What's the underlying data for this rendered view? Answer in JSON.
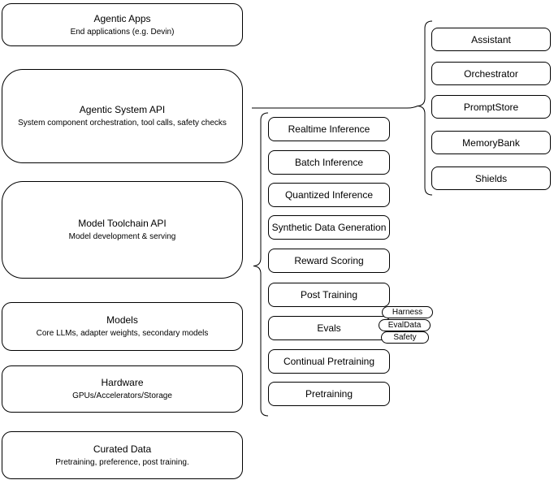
{
  "diagram": {
    "left_stack": [
      {
        "title": "Agentic Apps",
        "subtitle": "End applications (e.g. Devin)"
      },
      {
        "title": "Agentic System API",
        "subtitle": "System component orchestration, tool calls, safety checks"
      },
      {
        "title": "Model Toolchain API",
        "subtitle": "Model development & serving"
      },
      {
        "title": "Models",
        "subtitle": "Core LLMs, adapter weights, secondary models"
      },
      {
        "title": "Hardware",
        "subtitle": "GPUs/Accelerators/Storage"
      },
      {
        "title": "Curated Data",
        "subtitle": "Pretraining, preference, post training."
      }
    ],
    "toolchain_nodes": [
      "Realtime Inference",
      "Batch Inference",
      "Quantized Inference",
      "Synthetic Data Generation",
      "Reward Scoring",
      "Post Training",
      "Evals",
      "Continual Pretraining",
      "Pretraining"
    ],
    "eval_tags": [
      "Harness",
      "EvalData",
      "Safety"
    ],
    "system_nodes": [
      "Assistant",
      "Orchestrator",
      "PromptStore",
      "MemoryBank",
      "Shields"
    ],
    "colors": {
      "stroke": "#000000",
      "fill": "#ffffff",
      "text": "#000000"
    }
  }
}
